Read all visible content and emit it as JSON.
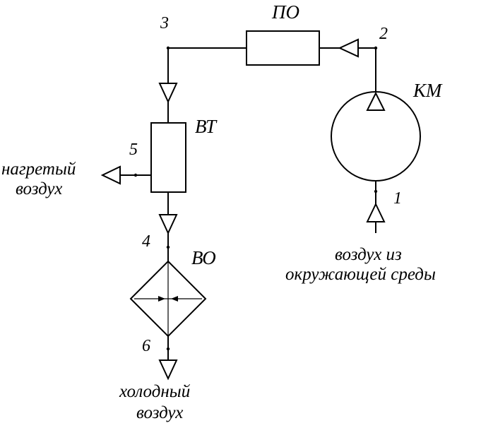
{
  "nodes": {
    "n1": "1",
    "n2": "2",
    "n3": "3",
    "n4": "4",
    "n5": "5",
    "n6": "6"
  },
  "components": {
    "po": "ПО",
    "km": "КМ",
    "vt": "ВТ",
    "vo": "ВО"
  },
  "captions": {
    "heated_air": [
      "нагретый",
      "воздух"
    ],
    "ambient_air": [
      "воздух из",
      "окружающей среды"
    ],
    "cold_air": [
      "холодный",
      "воздух"
    ]
  },
  "colors": {
    "line": "#000000",
    "background": "#ffffff"
  }
}
